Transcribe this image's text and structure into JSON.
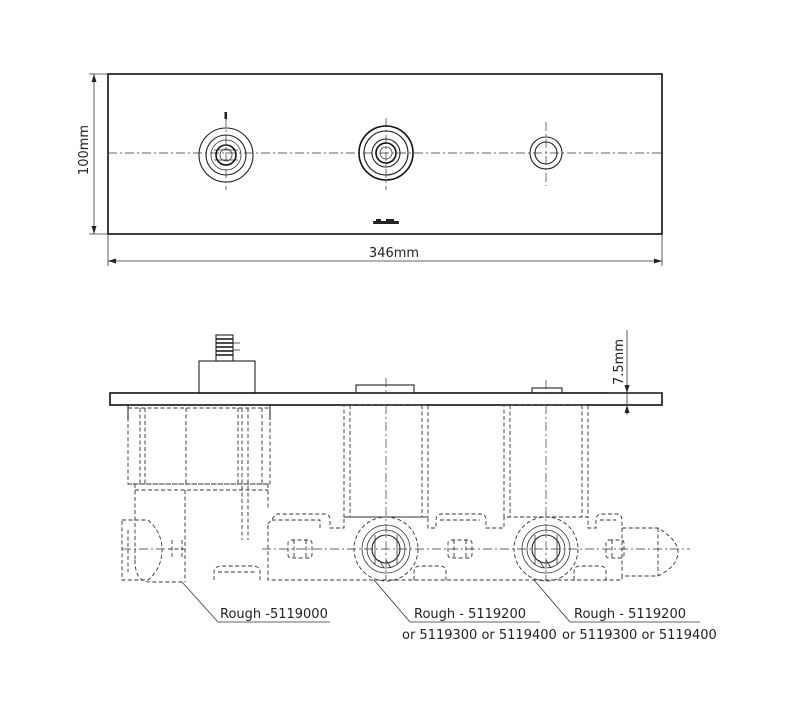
{
  "dimensions": {
    "height_label": "100mm",
    "width_label": "346mm",
    "depth_label": "7.5mm"
  },
  "callouts": [
    {
      "line1": "Rough -5119000",
      "line2": ""
    },
    {
      "line1": "Rough - 5119200",
      "line2": "or 5119300 or 5119400"
    },
    {
      "line1": "Rough - 5119200",
      "line2": "or 5119300 or 5119400"
    }
  ]
}
